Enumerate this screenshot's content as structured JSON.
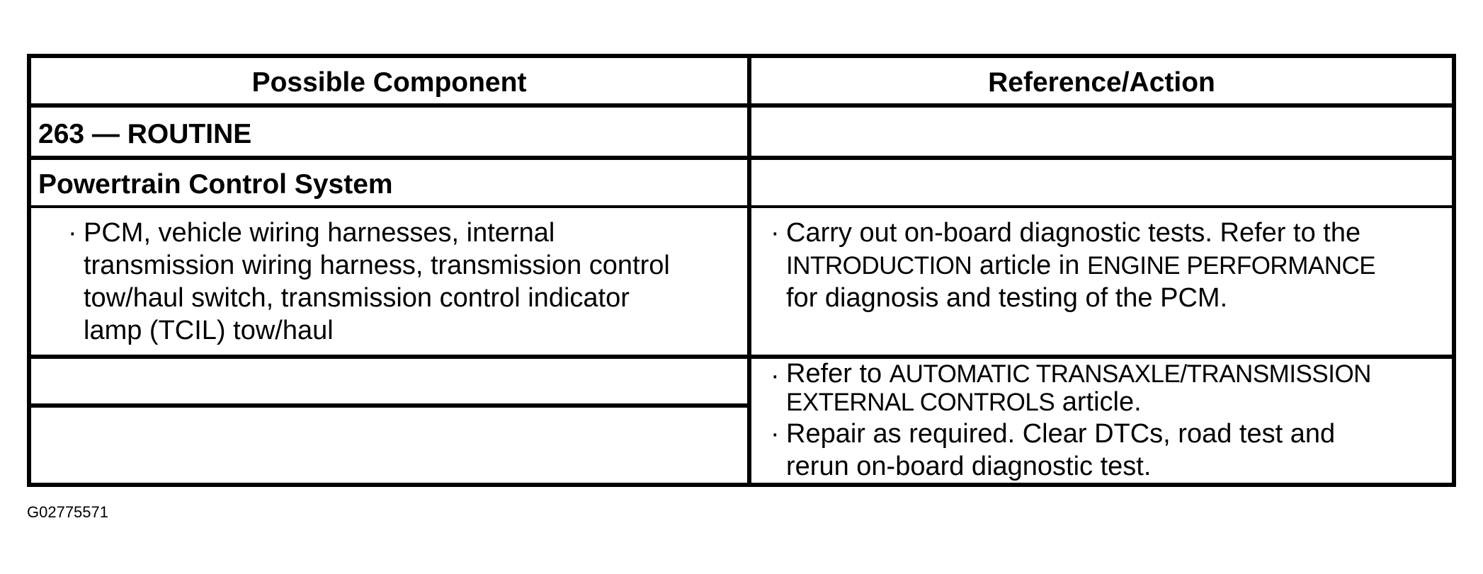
{
  "table": {
    "headers": {
      "component": "Possible Component",
      "action": "Reference/Action"
    },
    "routine_label": "263 — ROUTINE",
    "system_label": "Powertrain Control System",
    "bullet_glyph": "·",
    "component_lines": [
      "PCM, vehicle wiring harnesses, internal",
      "transmission wiring harness, transmission control",
      "tow/haul switch, transmission control indicator",
      "lamp (TCIL) tow/haul"
    ],
    "action1": {
      "line1": "Carry out on-board diagnostic tests. Refer to the",
      "line2_ref": "INTRODUCTION",
      "line2_mid": " article in ",
      "line2_ref2": "ENGINE PERFORMANCE",
      "line3": "for diagnosis and testing of the PCM."
    },
    "action2": {
      "line1_pre": "Refer to ",
      "line1_ref": "AUTOMATIC TRANSAXLE/TRANSMISSION",
      "line2_ref": "EXTERNAL CONTROLS",
      "line2_post": " article."
    },
    "action3": {
      "line1": "Repair as required. Clear DTCs, road test and",
      "line2": "rerun on-board diagnostic test."
    }
  },
  "caption": "G02775571"
}
